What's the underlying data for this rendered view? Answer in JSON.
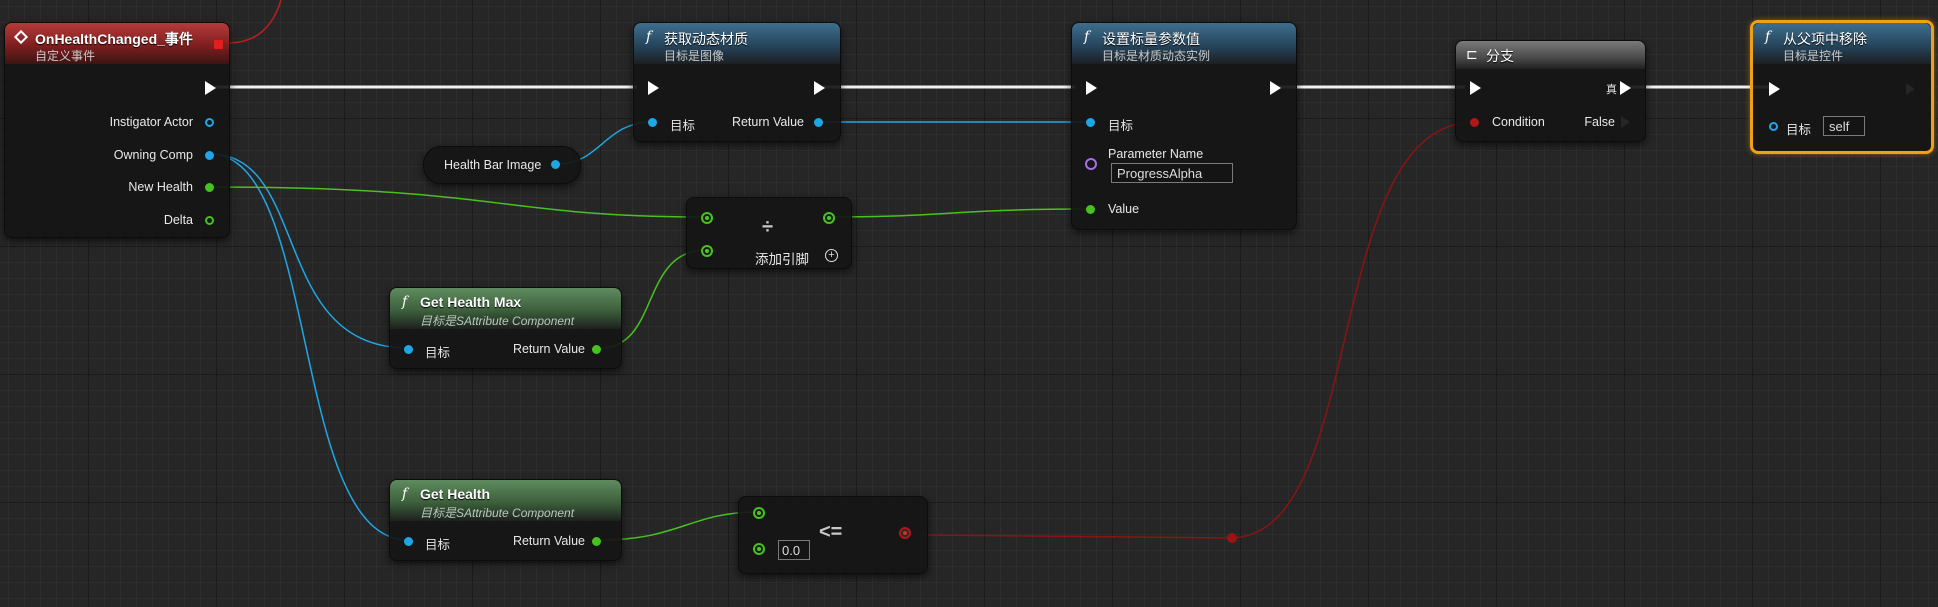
{
  "event_node": {
    "title": "OnHealthChanged_事件",
    "subtitle": "自定义事件",
    "pins": [
      "Instigator Actor",
      "Owning Comp",
      "New Health",
      "Delta"
    ]
  },
  "get_dynamic_material": {
    "title": "获取动态材质",
    "subtitle": "目标是图像",
    "target": "目标",
    "return": "Return Value"
  },
  "health_bar_image": {
    "label": "Health Bar Image"
  },
  "set_scalar_param": {
    "title": "设置标量参数值",
    "subtitle": "目标是材质动态实例",
    "target": "目标",
    "param_label": "Parameter Name",
    "param_value": "ProgressAlpha",
    "value_label": "Value"
  },
  "branch": {
    "title": "分支",
    "true_label": "真",
    "condition": "Condition",
    "false_label": "False"
  },
  "remove_from_parent": {
    "title": "从父项中移除",
    "subtitle": "目标是控件",
    "target": "目标",
    "target_value": "self"
  },
  "divide": {
    "operator": "÷",
    "add_pin": "添加引脚"
  },
  "get_health_max": {
    "title": "Get Health Max",
    "subtitle": "目标是SAttribute Component",
    "target": "目标",
    "return": "Return Value"
  },
  "get_health": {
    "title": "Get Health",
    "subtitle": "目标是SAttribute Component",
    "target": "目标",
    "return": "Return Value"
  },
  "compare": {
    "operator": "<=",
    "value": "0.0"
  },
  "colors": {
    "exec": "#ffffff",
    "object": "#1ea7e6",
    "float": "#47c21e",
    "bool": "#b01818",
    "name": "#a86ee8",
    "selected": "#f0a014"
  }
}
